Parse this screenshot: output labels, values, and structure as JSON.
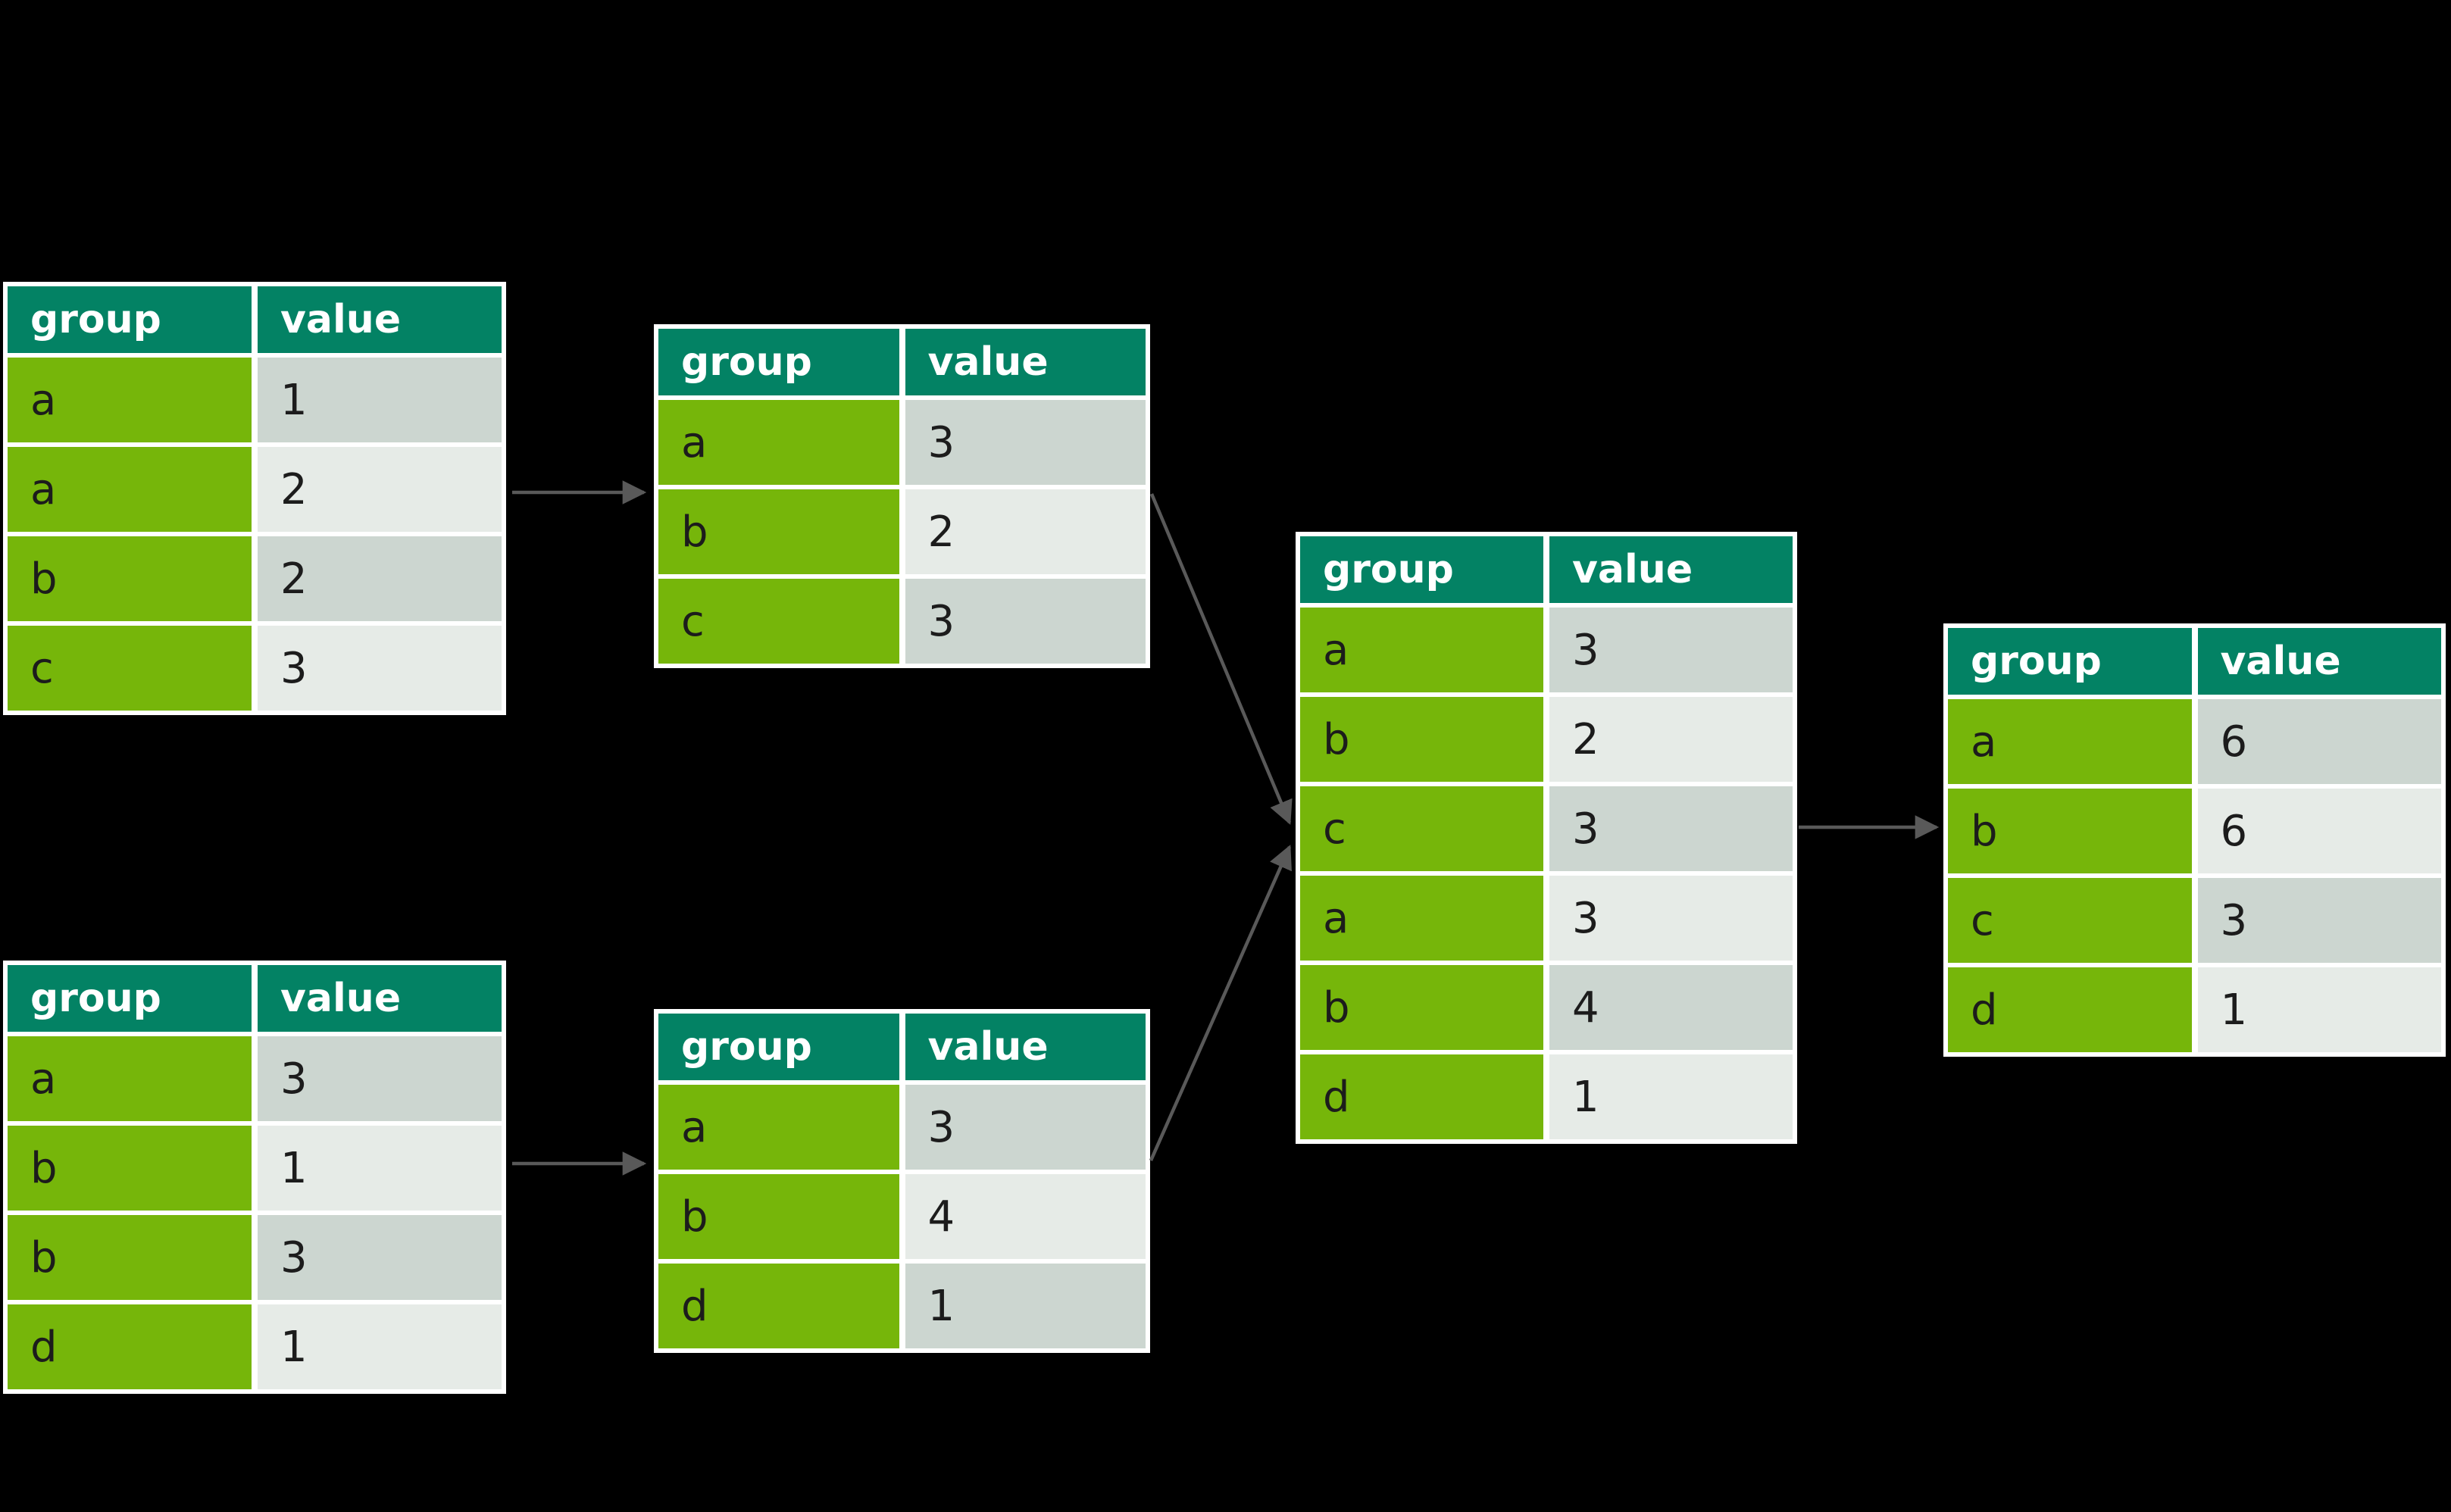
{
  "colors": {
    "background": "#000000",
    "header_bg": "#038264",
    "header_text": "#ffffff",
    "group_bg": "#76b60a",
    "value_row_odd": "#ccd6d0",
    "value_row_even": "#e6ebe7",
    "cell_text": "#1c1c1c",
    "table_border": "#ffffff",
    "arrow": "#595959"
  },
  "tables": {
    "top_left": {
      "headers": [
        "group",
        "value"
      ],
      "rows": [
        {
          "group": "a",
          "value": "1"
        },
        {
          "group": "a",
          "value": "2"
        },
        {
          "group": "b",
          "value": "2"
        },
        {
          "group": "c",
          "value": "3"
        }
      ]
    },
    "top_middle": {
      "headers": [
        "group",
        "value"
      ],
      "rows": [
        {
          "group": "a",
          "value": "3"
        },
        {
          "group": "b",
          "value": "2"
        },
        {
          "group": "c",
          "value": "3"
        }
      ]
    },
    "center": {
      "headers": [
        "group",
        "value"
      ],
      "rows": [
        {
          "group": "a",
          "value": "3"
        },
        {
          "group": "b",
          "value": "2"
        },
        {
          "group": "c",
          "value": "3"
        },
        {
          "group": "a",
          "value": "3"
        },
        {
          "group": "b",
          "value": "4"
        },
        {
          "group": "d",
          "value": "1"
        }
      ]
    },
    "right": {
      "headers": [
        "group",
        "value"
      ],
      "rows": [
        {
          "group": "a",
          "value": "6"
        },
        {
          "group": "b",
          "value": "6"
        },
        {
          "group": "c",
          "value": "3"
        },
        {
          "group": "d",
          "value": "1"
        }
      ]
    },
    "bottom_left": {
      "headers": [
        "group",
        "value"
      ],
      "rows": [
        {
          "group": "a",
          "value": "3"
        },
        {
          "group": "b",
          "value": "1"
        },
        {
          "group": "b",
          "value": "3"
        },
        {
          "group": "d",
          "value": "1"
        }
      ]
    },
    "bottom_middle": {
      "headers": [
        "group",
        "value"
      ],
      "rows": [
        {
          "group": "a",
          "value": "3"
        },
        {
          "group": "b",
          "value": "4"
        },
        {
          "group": "d",
          "value": "1"
        }
      ]
    }
  },
  "arrows": [
    {
      "from": "top_left",
      "to": "top_middle"
    },
    {
      "from": "bottom_left",
      "to": "bottom_middle"
    },
    {
      "from": "top_middle",
      "to": "center"
    },
    {
      "from": "bottom_middle",
      "to": "center"
    },
    {
      "from": "center",
      "to": "right"
    }
  ]
}
